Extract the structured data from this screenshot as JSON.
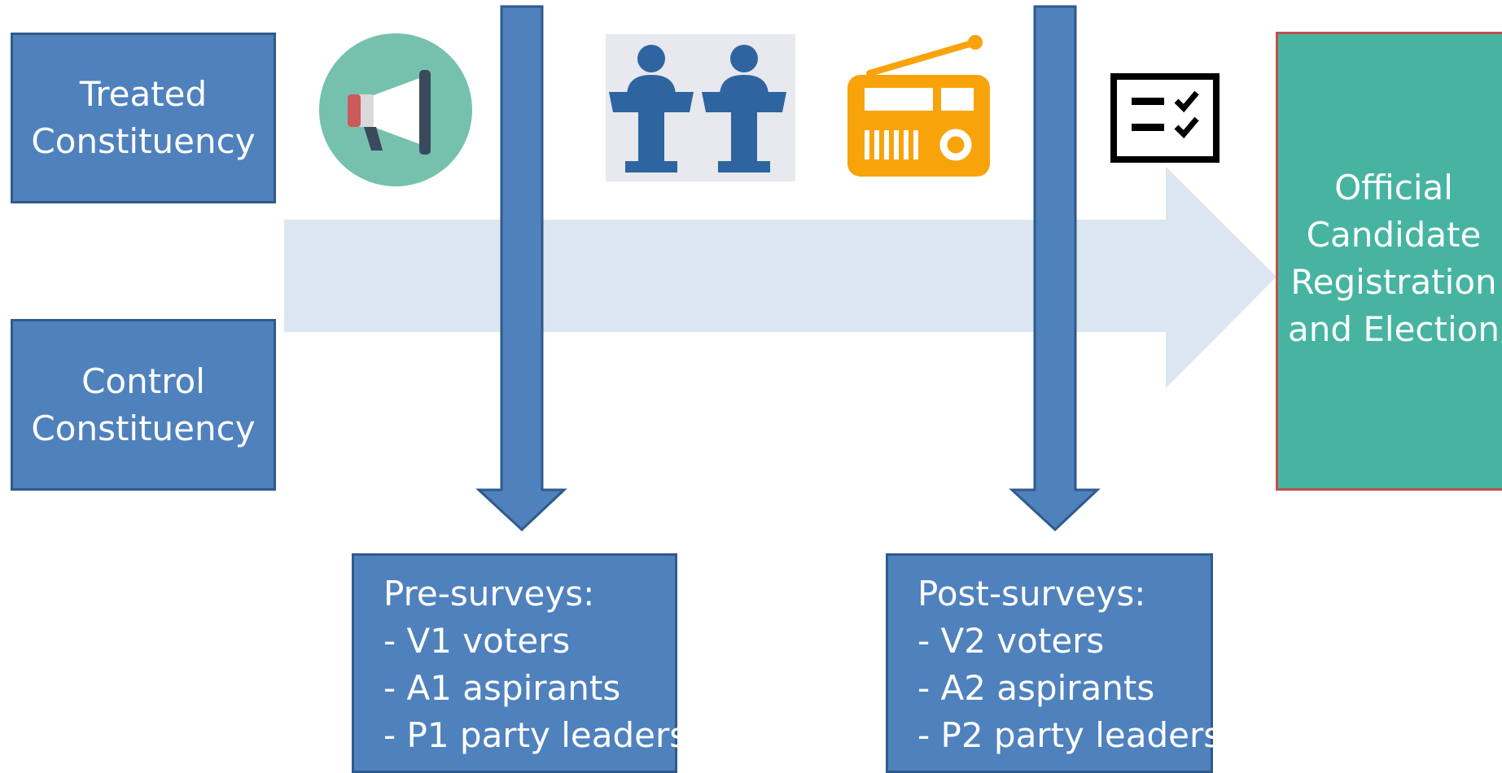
{
  "boxes": {
    "treated": [
      "Treated",
      "Constituency"
    ],
    "control": [
      "Control",
      "Constituency"
    ],
    "final": [
      "Official",
      "Candidate",
      "Registration",
      "and Election"
    ]
  },
  "surveys": {
    "pre": [
      "Pre-surveys:",
      "- V1 voters",
      "- A1 aspirants",
      "- P1 party leaders"
    ],
    "post": [
      "Post-surveys:",
      "- V2 voters",
      "- A2 aspirants",
      "- P2 party leaders"
    ]
  },
  "icons": [
    "megaphone-icon",
    "debate-podiums-icon",
    "radio-icon",
    "ballot-checklist-icon"
  ],
  "colors": {
    "box_fill": "#4f81bd",
    "box_border": "#2f5a8c",
    "final_fill": "#46b4a1",
    "final_border": "#c0504d",
    "timeline_arrow": "#dce6f1",
    "megaphone_circle": "#76c1ae",
    "radio": "#f9a30b",
    "podium": "#2e649f"
  }
}
